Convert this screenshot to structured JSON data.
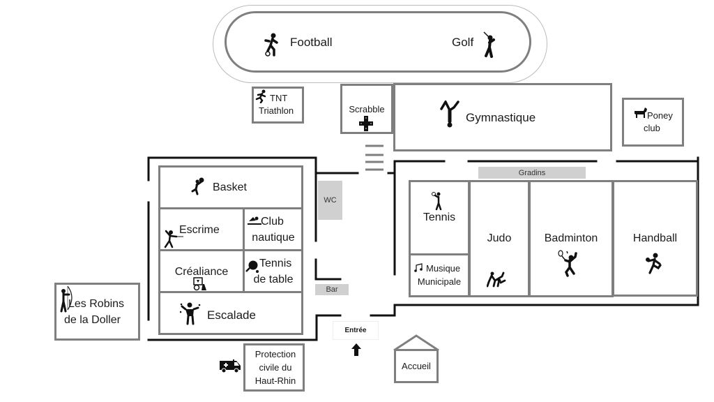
{
  "map": {
    "track": {
      "left_label": "Football",
      "right_label": "Golf"
    },
    "rooms": {
      "tnt": {
        "line1": "TNT",
        "line2": "Triathlon"
      },
      "scrabble": {
        "label": "Scrabble"
      },
      "gymnastique": {
        "label": "Gymnastique"
      },
      "poney": {
        "line1": "Poney",
        "line2": "club"
      },
      "basket": {
        "label": "Basket"
      },
      "escrime": {
        "label": "Escrime"
      },
      "club_nautique": {
        "line1": "Club",
        "line2": "nautique"
      },
      "crealiance": {
        "label": "Créaliance"
      },
      "tennis_de_table": {
        "line1": "Tennis",
        "line2": "de table"
      },
      "escalade": {
        "label": "Escalade"
      },
      "robins": {
        "line1": "Les Robins",
        "line2": "de la Doller"
      },
      "protection_civile": {
        "line1": "Protection",
        "line2": "civile du",
        "line3": "Haut-Rhin"
      },
      "tennis": {
        "label": "Tennis"
      },
      "musique": {
        "line1": "Musique",
        "line2": "Municipale"
      },
      "judo": {
        "label": "Judo"
      },
      "badminton": {
        "label": "Badminton"
      },
      "handball": {
        "label": "Handball"
      },
      "accueil": {
        "label": "Accueil"
      }
    },
    "facilities": {
      "wc": "WC",
      "bar": "Bar",
      "gradins": "Gradins",
      "entree": "Entrée"
    },
    "icons": {
      "football": "soccer-player-icon",
      "golf": "golfer-icon",
      "tnt": "runner-icon",
      "scrabble": "scrabble-tile-icon",
      "gymnastique": "gymnast-icon",
      "poney": "horse-icon",
      "basket": "basketball-player-icon",
      "escrime": "fencer-icon",
      "club_nautique": "swimmer-icon",
      "crealiance": "board-game-icon",
      "tennis_de_table": "ping-pong-icon",
      "escalade": "climber-icon",
      "robins": "archer-icon",
      "protection_civile": "ambulance-icon",
      "tennis": "tennis-player-icon",
      "musique": "music-notes-icon",
      "judo": "judo-icon",
      "badminton": "badminton-player-icon",
      "handball": "handball-player-icon",
      "entree": "arrow-up-icon"
    },
    "colors": {
      "room_border": "#7f7f7f",
      "wall": "#111111",
      "facility_fill": "#d0d0d0"
    }
  }
}
